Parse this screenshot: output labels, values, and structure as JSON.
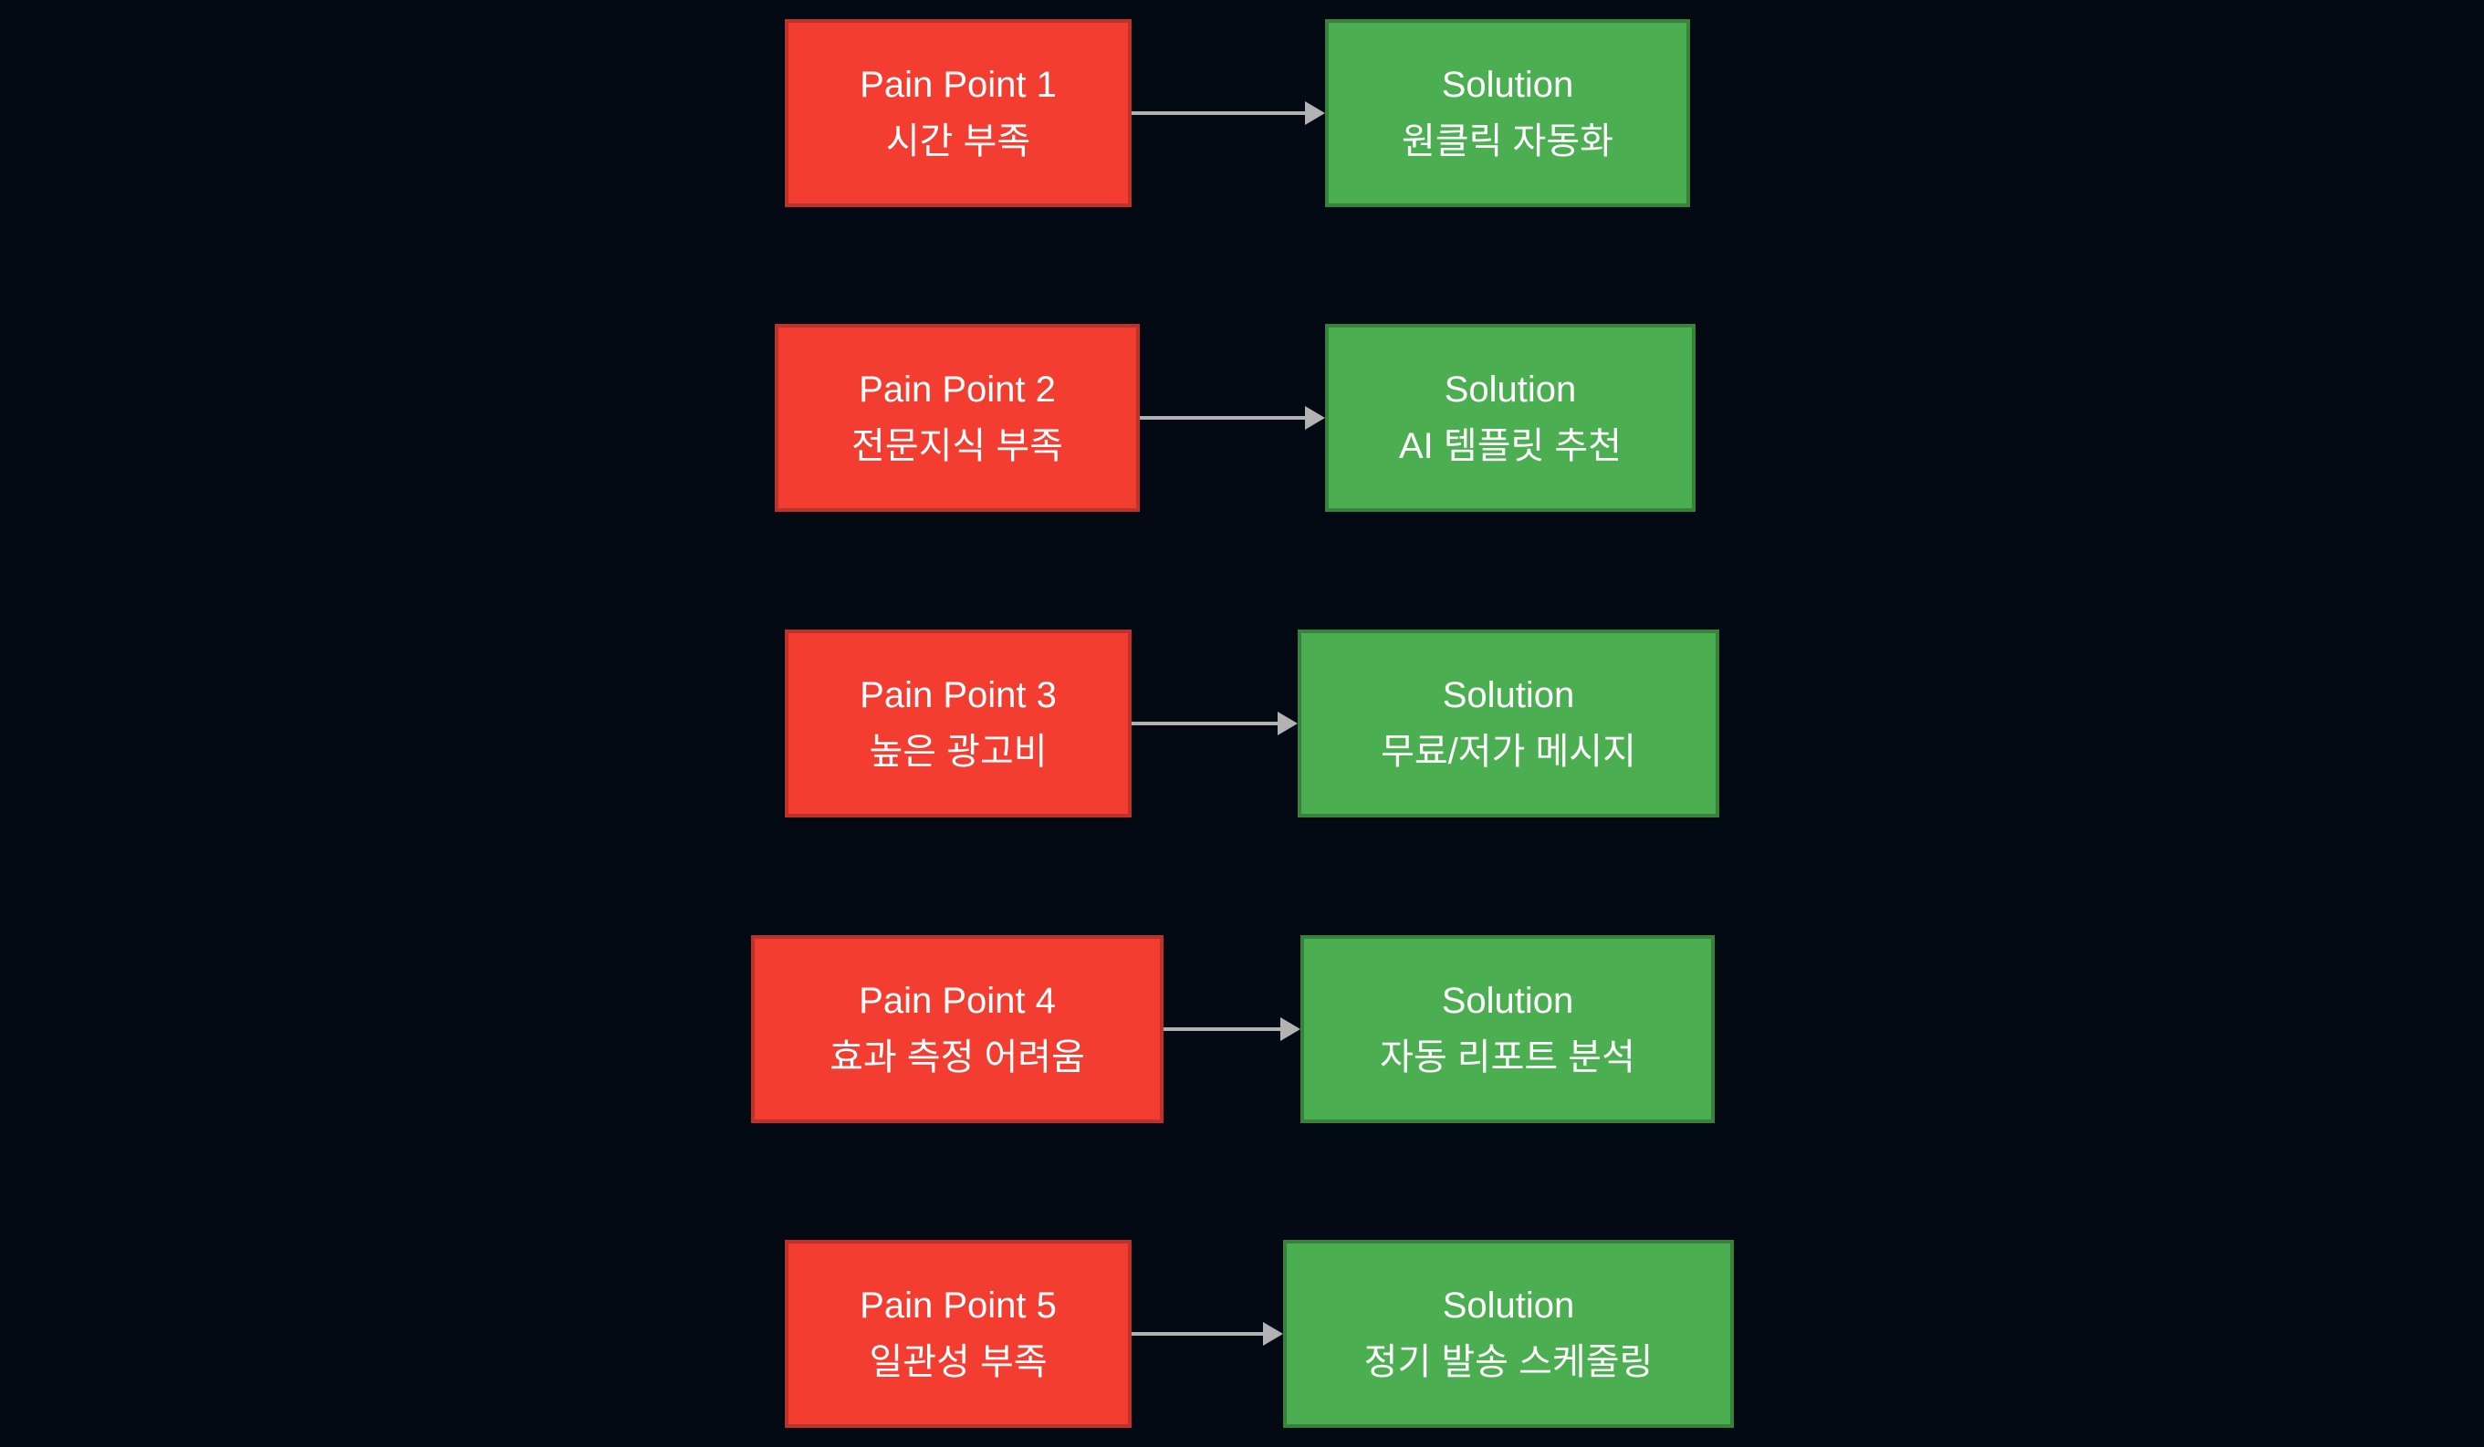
{
  "colors": {
    "background": "#040a14",
    "pain_fill": "#f33d31",
    "pain_border": "#bd332c",
    "solution_fill": "#4bae50",
    "solution_border": "#38833c",
    "arrow": "#b2b2b2",
    "text": "#ffffff"
  },
  "rows": [
    {
      "pain": {
        "title": "Pain Point 1",
        "subtitle": "시간 부족"
      },
      "solution": {
        "title": "Solution",
        "subtitle": "원클릭 자동화"
      }
    },
    {
      "pain": {
        "title": "Pain Point 2",
        "subtitle": "전문지식 부족"
      },
      "solution": {
        "title": "Solution",
        "subtitle": "AI 템플릿 추천"
      }
    },
    {
      "pain": {
        "title": "Pain Point 3",
        "subtitle": "높은 광고비"
      },
      "solution": {
        "title": "Solution",
        "subtitle": "무료/저가 메시지"
      }
    },
    {
      "pain": {
        "title": "Pain Point 4",
        "subtitle": "효과 측정 어려움"
      },
      "solution": {
        "title": "Solution",
        "subtitle": "자동 리포트 분석"
      }
    },
    {
      "pain": {
        "title": "Pain Point 5",
        "subtitle": "일관성 부족"
      },
      "solution": {
        "title": "Solution",
        "subtitle": "정기 발송 스케줄링"
      }
    }
  ]
}
